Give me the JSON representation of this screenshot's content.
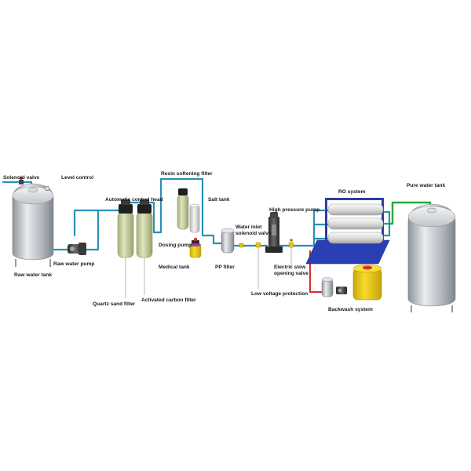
{
  "labels": {
    "solenoid_valve": "Solenoid valve",
    "level_control": "Level control",
    "raw_water_tank": "Raw water tank",
    "raw_water_pump": "Raw water pump",
    "automatic_control_head": "Automatic control head",
    "resin_softening_filter": "Resin softening filter",
    "salt_tank": "Salt tank",
    "dosing_pump": "Dosing pump",
    "medical_tank": "Medical tank",
    "quartz_sand_filter": "Quartz sand filter",
    "activated_carbon_filter": "Activated carbon filter",
    "pp_filter": "PP filter",
    "water_inlet_solenoid_valve_1": "Water inlet",
    "water_inlet_solenoid_valve_2": "solenoid valve",
    "high_pressure_pump": "High pressure pump",
    "ro_system": "RO system",
    "electric_slow_opening_valve_1": "Electric slow",
    "electric_slow_opening_valve_2": "opening valve",
    "low_voltage_protection": "Low voltage protection",
    "backwash_system": "Backwash system",
    "pure_water_tank": "Pure water tank"
  },
  "colors": {
    "pipe_raw": "#2a8fb8",
    "pipe_pure": "#27a83a",
    "pipe_backwash": "#d83030",
    "ro_frame": "#2a3fa0",
    "ro_base": "#2b3fb5",
    "tank_steel": "#b9bec4",
    "filter_body": "#cfd7a8",
    "salt_tank": "#e6e6e6",
    "medical_tank": "#e6c81e",
    "backwash_tank": "#f0d21a"
  }
}
